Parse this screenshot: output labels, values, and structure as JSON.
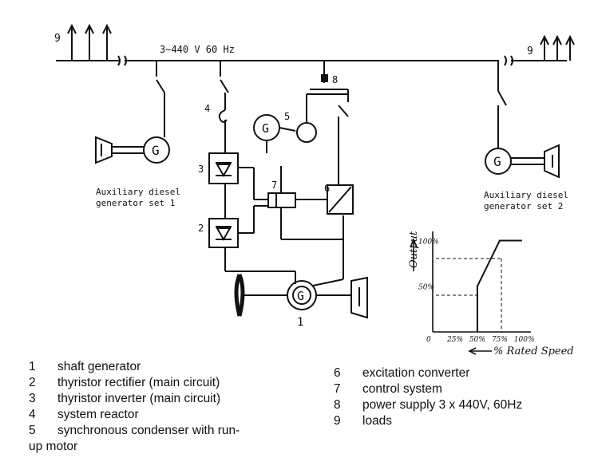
{
  "diagram": {
    "bus_label": "3∼440 V 60 Hz",
    "loads_left_tag": "9",
    "loads_right_tag": "9",
    "supply_tag": "8",
    "reactor_tag": "4",
    "condenser_tag": "5",
    "rectifier_tag": "3",
    "inverter_tag": "2",
    "control_tag": "7",
    "excitation_tag": "6",
    "shaft_gen_tag": "1",
    "generator_symbol": "G",
    "aux1_line1": "Auxiliary diesel",
    "aux1_line2": "generator set 1",
    "aux2_line1": "Auxiliary diesel",
    "aux2_line2": "generator set 2"
  },
  "chart_data": {
    "type": "line",
    "ylabel": "Output",
    "xlabel": "% Rated Speed",
    "x_ticks": [
      "0",
      "25%",
      "50%",
      "75%",
      "100%"
    ],
    "y_ticks": [
      "50%",
      "100%"
    ],
    "x": [
      50,
      50,
      75,
      100
    ],
    "y": [
      0,
      50,
      100,
      100
    ],
    "xlim": [
      0,
      110
    ],
    "ylim": [
      0,
      110
    ]
  },
  "legend": {
    "left": [
      {
        "num": "1",
        "text": "shaft generator"
      },
      {
        "num": "2",
        "text": "thyristor rectifier (main circuit)"
      },
      {
        "num": "3",
        "text": "thyristor inverter (main circuit)"
      },
      {
        "num": "4",
        "text": "system reactor"
      },
      {
        "num": "5",
        "text": "synchronous condenser with run-"
      }
    ],
    "left_wrap": "up motor",
    "right": [
      {
        "num": "6",
        "text": "excitation converter"
      },
      {
        "num": "7",
        "text": "control system"
      },
      {
        "num": "8",
        "text": "power supply 3 x 440V, 60Hz"
      },
      {
        "num": "9",
        "text": "loads"
      }
    ]
  }
}
